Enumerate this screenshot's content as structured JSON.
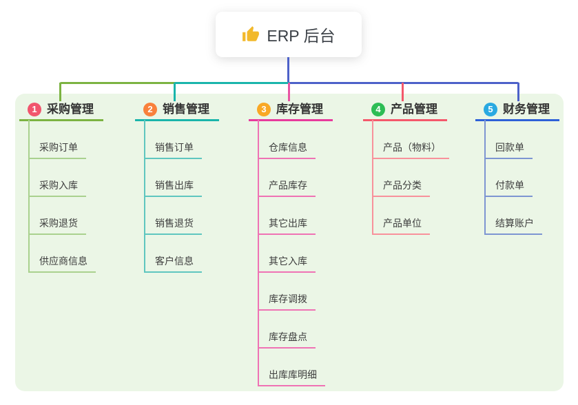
{
  "root": {
    "title": "ERP 后台",
    "icon": "thumbs-up-icon"
  },
  "colors": {
    "canvas_bg": "#ffffff",
    "container_bg": "#ebf6e6",
    "bus_left": "#7cb342",
    "bus_mid": "#1ab5ab",
    "bus_right": "#4d61c9",
    "root_line": "#4d61c9",
    "icon_yellow": "#f2b92c"
  },
  "branches": [
    {
      "badge": "1",
      "label": "采购管理",
      "badge_color": "#f1556d",
      "line_color": "#7cb342",
      "line_color_light": "#a9d18e",
      "children": [
        "采购订单",
        "采购入库",
        "采购退货",
        "供应商信息"
      ]
    },
    {
      "badge": "2",
      "label": "销售管理",
      "badge_color": "#f9813c",
      "line_color": "#1ab5ab",
      "line_color_light": "#5ec6bf",
      "children": [
        "销售订单",
        "销售出库",
        "销售退货",
        "客户信息"
      ]
    },
    {
      "badge": "3",
      "label": "库存管理",
      "badge_color": "#f9a825",
      "line_color": "#e83a9c",
      "line_color_light": "#ef72b4",
      "children": [
        "仓库信息",
        "产品库存",
        "其它出库",
        "其它入库",
        "库存调拨",
        "库存盘点",
        "出库库明细"
      ]
    },
    {
      "badge": "4",
      "label": "产品管理",
      "badge_color": "#2dbd55",
      "line_color": "#f4586b",
      "line_color_light": "#f8919b",
      "children": [
        "产品（物料）",
        "产品分类",
        "产品单位"
      ]
    },
    {
      "badge": "5",
      "label": "财务管理",
      "badge_color": "#29a9e1",
      "line_color": "#2e61d8",
      "line_color_light": "#7d95d2",
      "children": [
        "回款单",
        "付款单",
        "结算账户"
      ]
    }
  ]
}
